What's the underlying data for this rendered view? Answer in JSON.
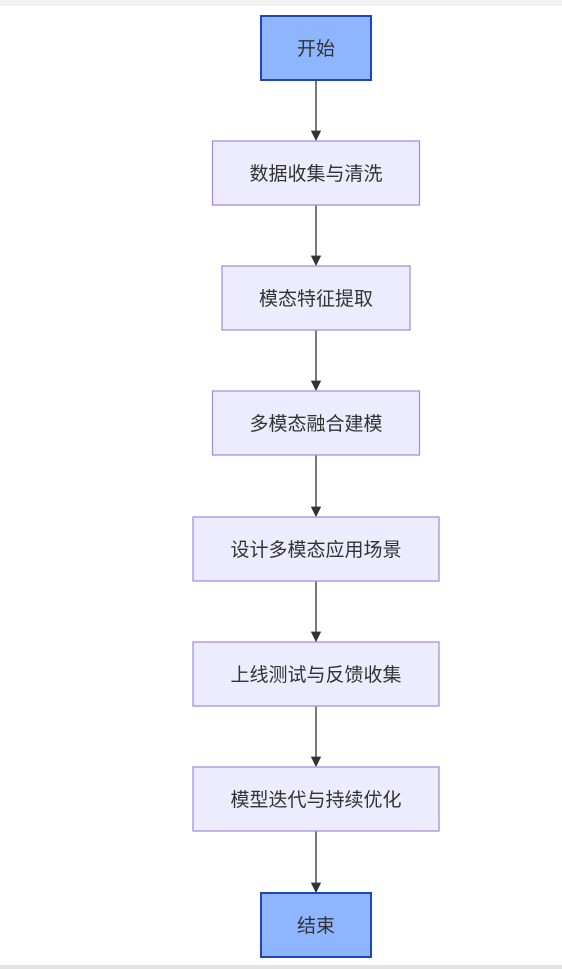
{
  "colors": {
    "terminal_fill": "#8eb6ff",
    "terminal_stroke": "#2244bb",
    "process_fill": "#ececfe",
    "process_stroke": "#a98fe0",
    "edge": "#333333"
  },
  "nodes": [
    {
      "id": "start",
      "label": "开始",
      "kind": "terminal"
    },
    {
      "id": "collect",
      "label": "数据收集与清洗",
      "kind": "process"
    },
    {
      "id": "extract",
      "label": "模态特征提取",
      "kind": "process"
    },
    {
      "id": "fuse",
      "label": "多模态融合建模",
      "kind": "process"
    },
    {
      "id": "design",
      "label": "设计多模态应用场景",
      "kind": "process"
    },
    {
      "id": "deploy",
      "label": "上线测试与反馈收集",
      "kind": "process"
    },
    {
      "id": "iterate",
      "label": "模型迭代与持续优化",
      "kind": "process"
    },
    {
      "id": "end",
      "label": "结束",
      "kind": "terminal"
    }
  ],
  "edges": [
    [
      "start",
      "collect"
    ],
    [
      "collect",
      "extract"
    ],
    [
      "extract",
      "fuse"
    ],
    [
      "fuse",
      "design"
    ],
    [
      "design",
      "deploy"
    ],
    [
      "deploy",
      "iterate"
    ],
    [
      "iterate",
      "end"
    ]
  ]
}
